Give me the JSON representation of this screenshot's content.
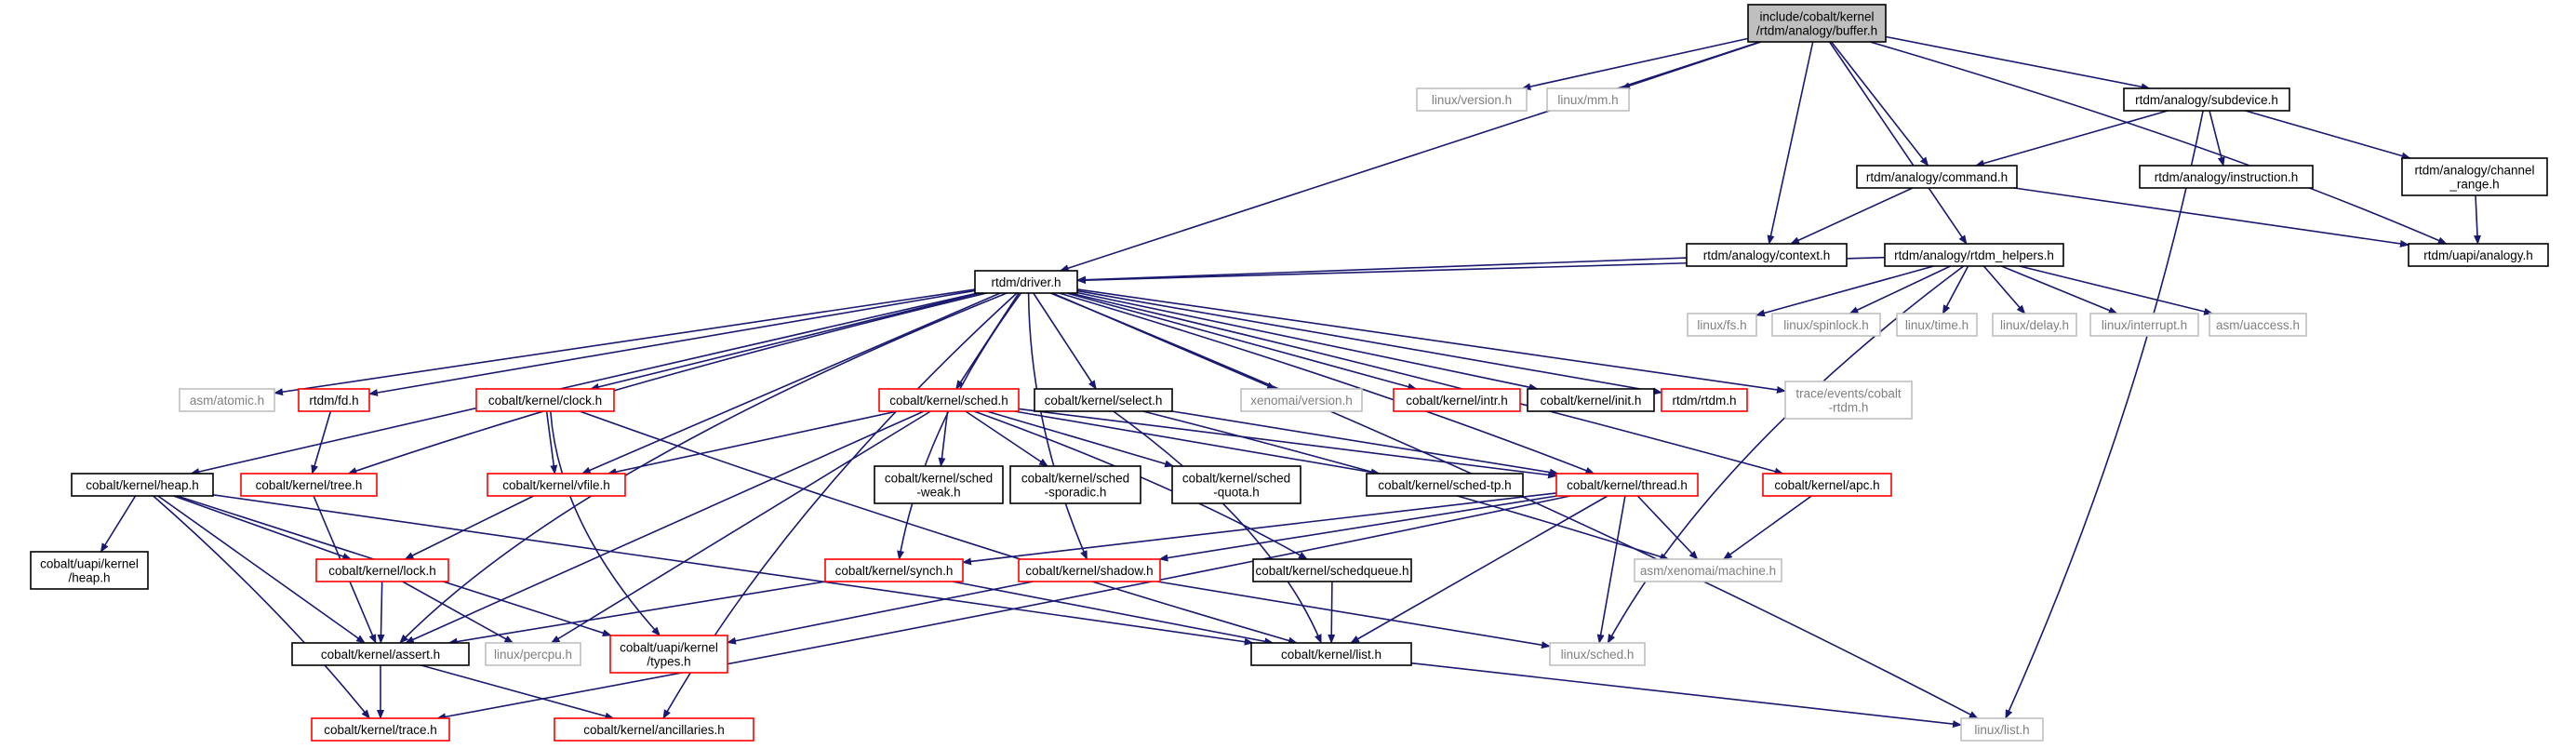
{
  "nodes": {
    "buffer": [
      "include/cobalt/kernel",
      "/rtdm/analogy/buffer.h"
    ],
    "linux_version": [
      "linux/version.h"
    ],
    "linux_mm": [
      "linux/mm.h"
    ],
    "subdevice": [
      "rtdm/analogy/subdevice.h"
    ],
    "command": [
      "rtdm/analogy/command.h"
    ],
    "instruction": [
      "rtdm/analogy/instruction.h"
    ],
    "channel_range": [
      "rtdm/analogy/channel",
      "_range.h"
    ],
    "context": [
      "rtdm/analogy/context.h"
    ],
    "rtdm_helpers": [
      "rtdm/analogy/rtdm_helpers.h"
    ],
    "uapi_analogy": [
      "rtdm/uapi/analogy.h"
    ],
    "driver": [
      "rtdm/driver.h"
    ],
    "linux_fs": [
      "linux/fs.h"
    ],
    "linux_spinlock": [
      "linux/spinlock.h"
    ],
    "linux_time": [
      "linux/time.h"
    ],
    "linux_delay": [
      "linux/delay.h"
    ],
    "linux_interrupt": [
      "linux/interrupt.h"
    ],
    "asm_uaccess": [
      "asm/uaccess.h"
    ],
    "asm_atomic": [
      "asm/atomic.h"
    ],
    "rtdm_fd": [
      "rtdm/fd.h"
    ],
    "clock": [
      "cobalt/kernel/clock.h"
    ],
    "sched": [
      "cobalt/kernel/sched.h"
    ],
    "select": [
      "cobalt/kernel/select.h"
    ],
    "xenomai_version": [
      "xenomai/version.h"
    ],
    "intr": [
      "cobalt/kernel/intr.h"
    ],
    "init": [
      "cobalt/kernel/init.h"
    ],
    "rtdm_rtdm": [
      "rtdm/rtdm.h"
    ],
    "trace_events": [
      "trace/events/cobalt",
      "-rtdm.h"
    ],
    "heap": [
      "cobalt/kernel/heap.h"
    ],
    "tree": [
      "cobalt/kernel/tree.h"
    ],
    "vfile": [
      "cobalt/kernel/vfile.h"
    ],
    "sched_weak": [
      "cobalt/kernel/sched",
      "-weak.h"
    ],
    "sched_sporadic": [
      "cobalt/kernel/sched",
      "-sporadic.h"
    ],
    "sched_quota": [
      "cobalt/kernel/sched",
      "-quota.h"
    ],
    "sched_tp": [
      "cobalt/kernel/sched-tp.h"
    ],
    "thread": [
      "cobalt/kernel/thread.h"
    ],
    "apc": [
      "cobalt/kernel/apc.h"
    ],
    "uapi_heap": [
      "cobalt/uapi/kernel",
      "/heap.h"
    ],
    "lock": [
      "cobalt/kernel/lock.h"
    ],
    "synch": [
      "cobalt/kernel/synch.h"
    ],
    "shadow": [
      "cobalt/kernel/shadow.h"
    ],
    "schedqueue": [
      "cobalt/kernel/schedqueue.h"
    ],
    "asm_machine": [
      "asm/xenomai/machine.h"
    ],
    "assert": [
      "cobalt/kernel/assert.h"
    ],
    "linux_percpu": [
      "linux/percpu.h"
    ],
    "uapi_types": [
      "cobalt/uapi/kernel",
      "/types.h"
    ],
    "klist": [
      "cobalt/kernel/list.h"
    ],
    "linux_sched": [
      "linux/sched.h"
    ],
    "trace": [
      "cobalt/kernel/trace.h"
    ],
    "ancillaries": [
      "cobalt/kernel/ancillaries.h"
    ],
    "linux_list": [
      "linux/list.h"
    ]
  },
  "styles": {
    "root": {
      "stroke": "#000000",
      "fill": "#bfbfbf",
      "text": "#000000"
    },
    "documented": {
      "stroke": "#000000",
      "fill": "#ffffff",
      "text": "#000000"
    },
    "truncated": {
      "stroke": "#ff0000",
      "fill": "#ffffff",
      "text": "#000000"
    },
    "external": {
      "stroke": "#bfbfbf",
      "fill": "#ffffff",
      "text": "#808080"
    },
    "edge": "#191970"
  }
}
